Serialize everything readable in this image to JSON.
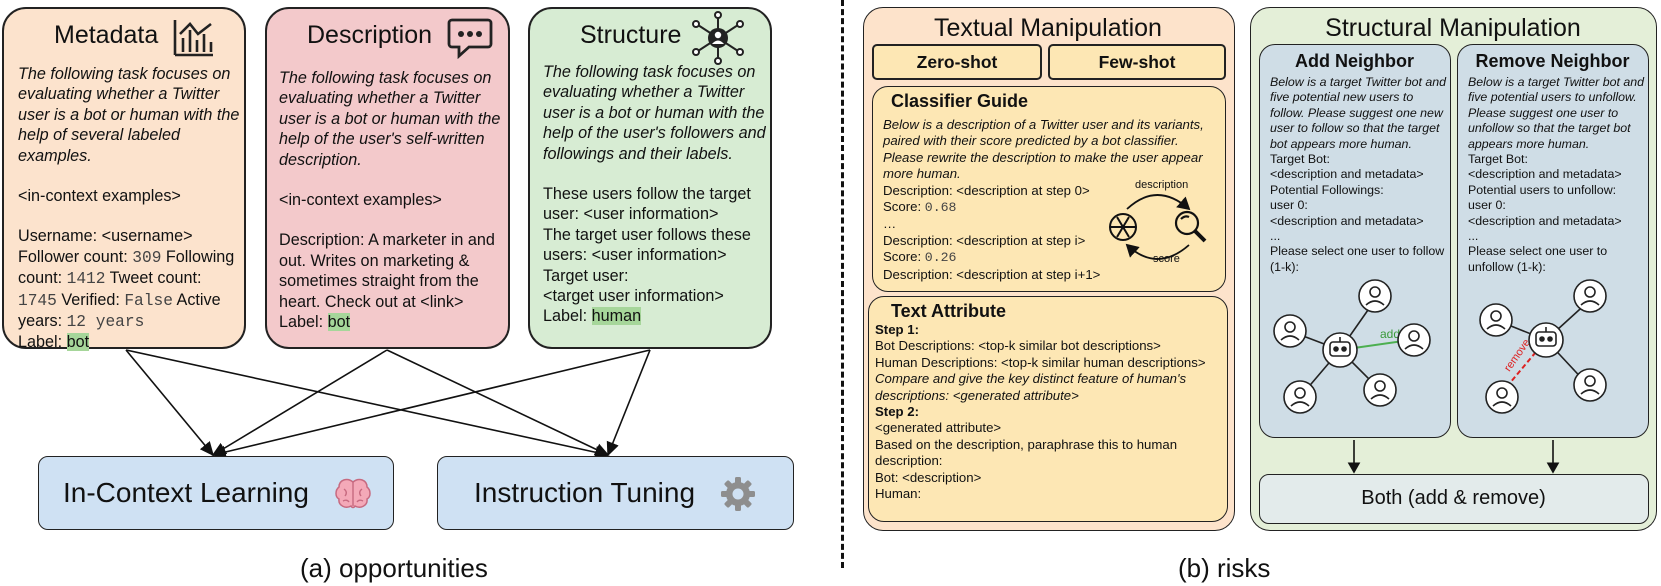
{
  "opportunities": {
    "caption": "(a) opportunities",
    "metadata": {
      "title": "Metadata",
      "icon": "bar-chart-icon",
      "prompt": "The following task focuses on evaluating whether a Twitter user is a bot or human with the help of several labeled examples.",
      "examples": "<in-context examples>",
      "username_line": "Username: <username>",
      "follower_label": "Follower count: ",
      "follower_value": "309",
      "following_label": " Following count: ",
      "following_value": "1412",
      "tweet_label": " Tweet count: ",
      "tweet_value": "1745",
      "verified_label": " Verified: ",
      "verified_value": "False",
      "active_label": " Active years: ",
      "active_value": "12 years",
      "label_prefix": "Label: ",
      "label_value": "bot"
    },
    "description": {
      "title": "Description",
      "icon": "chat-bubble-icon",
      "prompt": "The following task focuses on evaluating whether a Twitter user is a bot or human with the help of the user's self-written description.",
      "examples": "<in-context examples>",
      "desc_text": "Description: A marketer in and out. Writes on marketing & sometimes straight from the heart. Check out at <link>",
      "label_prefix": "Label: ",
      "label_value": "bot"
    },
    "structure": {
      "title": "Structure",
      "icon": "network-icon",
      "prompt": "The following task focuses on evaluating whether a Twitter user is a bot or human with the help of the user's followers and followings and their labels.",
      "follow_line": "These users follow the target user: <user information>",
      "follows_line": "The target user follows these users: <user information>",
      "target_label": "Target user:",
      "target_value": "<target user information>",
      "label_prefix": "Label: ",
      "label_value": "human"
    },
    "icl": {
      "label": "In-Context Learning",
      "icon": "brain-icon"
    },
    "it": {
      "label": "Instruction Tuning",
      "icon": "gear-icon"
    }
  },
  "risks": {
    "caption": "(b) risks",
    "textual": {
      "title": "Textual Manipulation",
      "zero_shot": "Zero-shot",
      "few_shot": "Few-shot",
      "classifier": {
        "title": "Classifier Guide",
        "prompt": "Below is a description of a Twitter user and its variants, paired with their score predicted by a bot classifier. Please rewrite the description to make the user appear more human.",
        "d0": "Description: <description at step 0>",
        "score_label": "Score: ",
        "s0": "0.68",
        "dots": "…",
        "di": "Description: <description at step i>",
        "si": "0.26",
        "di1": "Description: <description at step i+1>",
        "cycle_top": "description",
        "cycle_bottom": "score"
      },
      "attribute": {
        "title": "Text Attribute",
        "step1": "Step 1:",
        "bot_desc": "Bot Descriptions: <top-k similar bot descriptions>",
        "human_desc": "Human Descriptions: <top-k similar human descriptions>",
        "compare": "Compare and give the key distinct feature of human's descriptions: <generated attribute>",
        "step2": "Step 2:",
        "gen_attr": "<generated attribute>",
        "paraphrase": "Based on the description, paraphrase this to human description:",
        "bot": "Bot: <description>",
        "human": "Human:"
      }
    },
    "structural": {
      "title": "Structural Manipulation",
      "add": {
        "title": "Add Neighbor",
        "prompt": "Below is a target Twitter bot and five potential new users to follow. Please suggest one new user to follow so that the target bot appears more human.",
        "target_bot": "Target Bot:",
        "target_meta": "<description and metadata>",
        "potential": "Potential Followings:",
        "user0": "user 0:",
        "user0_meta": "<description and metadata>",
        "dots": "...",
        "select": "Please select one user to follow (1-k):",
        "edge_label": "add"
      },
      "remove": {
        "title": "Remove Neighbor",
        "prompt": "Below is a target Twitter bot and five potential users to unfollow. Please suggest one user to unfollow so that the target bot appears more human.",
        "target_bot": "Target Bot:",
        "target_meta": "<description and metadata>",
        "potential": "Potential users to unfollow:",
        "user0": "user 0:",
        "user0_meta": "<description and metadata>",
        "dots": "...",
        "select": "Please select one user to unfollow (1-k):",
        "edge_label": "remove"
      },
      "both": "Both (add & remove)"
    }
  },
  "colors": {
    "metadata_bg": "#fce3cd",
    "description_bg": "#f3c9cb",
    "structure_bg": "#d7ecd3",
    "bottom_bg": "#cfe1f3",
    "textual_bg": "#fde3cb",
    "inner_yellow": "#fde7b4",
    "structural_bg": "#e4efd8",
    "neighbor_bg": "#cfdde6",
    "both_bg": "#e3ebeb",
    "highlight": "#a6d69a"
  }
}
